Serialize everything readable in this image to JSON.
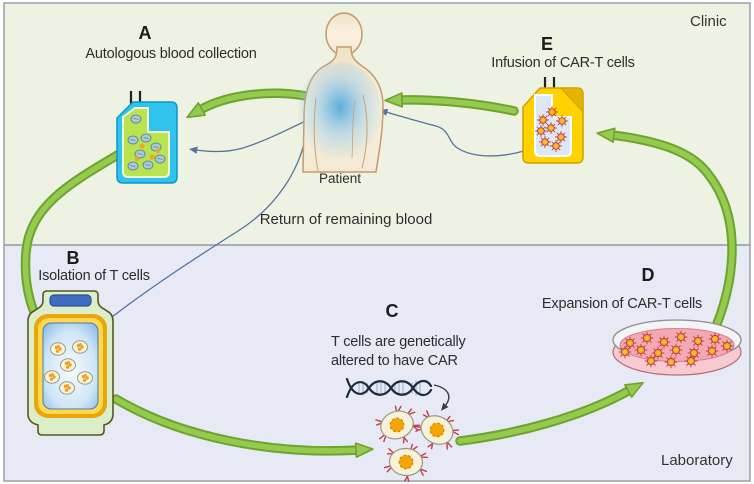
{
  "figure": {
    "regions": {
      "clinic": "Clinic",
      "laboratory": "Laboratory"
    },
    "patient": "Patient",
    "return_note": "Return of remaining blood",
    "steps": {
      "a": {
        "letter": "A",
        "title": "Autologous blood collection"
      },
      "b": {
        "letter": "B",
        "title": "Isolation of T cells"
      },
      "c": {
        "letter": "C",
        "line1": "T cells are genetically",
        "line2": "altered to have CAR"
      },
      "d": {
        "letter": "D",
        "title": "Expansion of CAR-T cells"
      },
      "e": {
        "letter": "E",
        "title": "Infusion of CAR-T cells"
      }
    },
    "colors": {
      "clinic_bg": "#eef2e2",
      "lab_bg": "#e7e9f4",
      "arrow_green": "#95ca4e",
      "arrow_green_dark": "#6da32f",
      "return_line_blue": "#56749c",
      "blood_bag_cyan": "#2fc3ee",
      "infusion_bag_yellow": "#ffd200",
      "flask_ring_orange": "#e8a60a",
      "dish_pink": "#f2a9b4",
      "cell_orange": "#f4a81c",
      "receptor_red": "#c23b4e"
    },
    "icons": [
      "patient-figure",
      "blood-bag-icon",
      "car-t-bag-icon",
      "culture-flask-icon",
      "dna-helix-icon",
      "car-t-cell-icon",
      "petri-dish-icon",
      "cycle-arrow-icon",
      "return-line-icon"
    ]
  }
}
